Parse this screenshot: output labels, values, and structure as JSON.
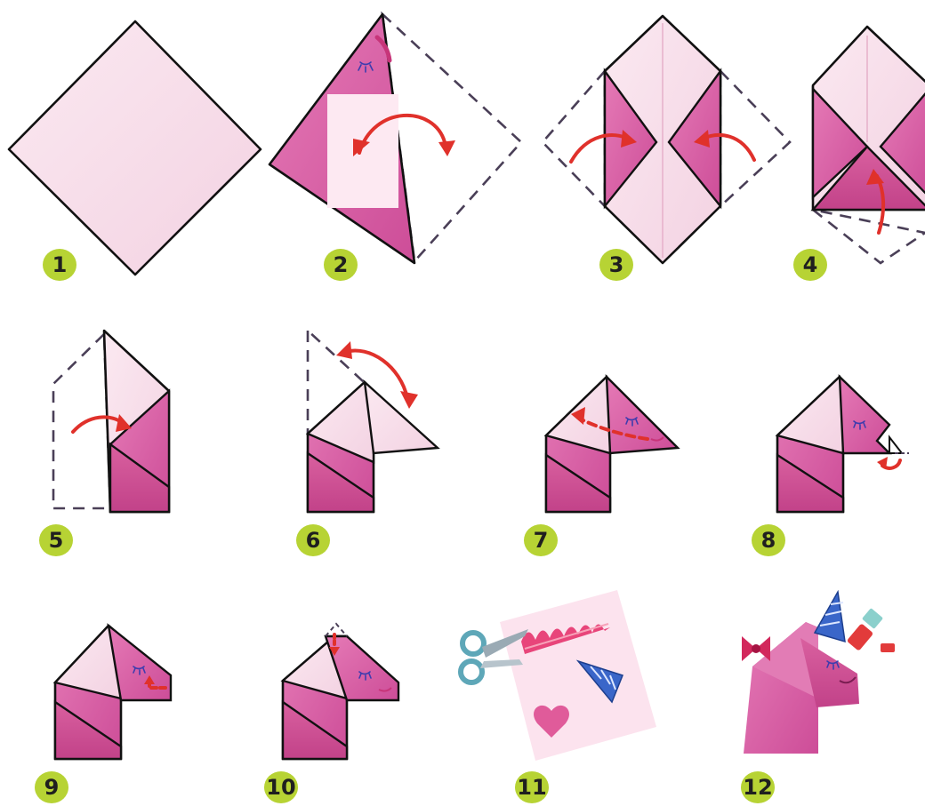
{
  "steps": [
    {
      "number": "1"
    },
    {
      "number": "2"
    },
    {
      "number": "3"
    },
    {
      "number": "4"
    },
    {
      "number": "5"
    },
    {
      "number": "6"
    },
    {
      "number": "7"
    },
    {
      "number": "8"
    },
    {
      "number": "9"
    },
    {
      "number": "10"
    },
    {
      "number": "11"
    },
    {
      "number": "12"
    }
  ],
  "colors": {
    "badge": "#b7d334",
    "paper_light": "#f6dbe8",
    "paper_pink": "#df67aa",
    "paper_dark": "#c94794",
    "arrow": "#e0312b",
    "dashed_outline": "#4a3f57",
    "horn_blue": "#3a66c9",
    "scissors_teal": "#5ea7b8"
  }
}
